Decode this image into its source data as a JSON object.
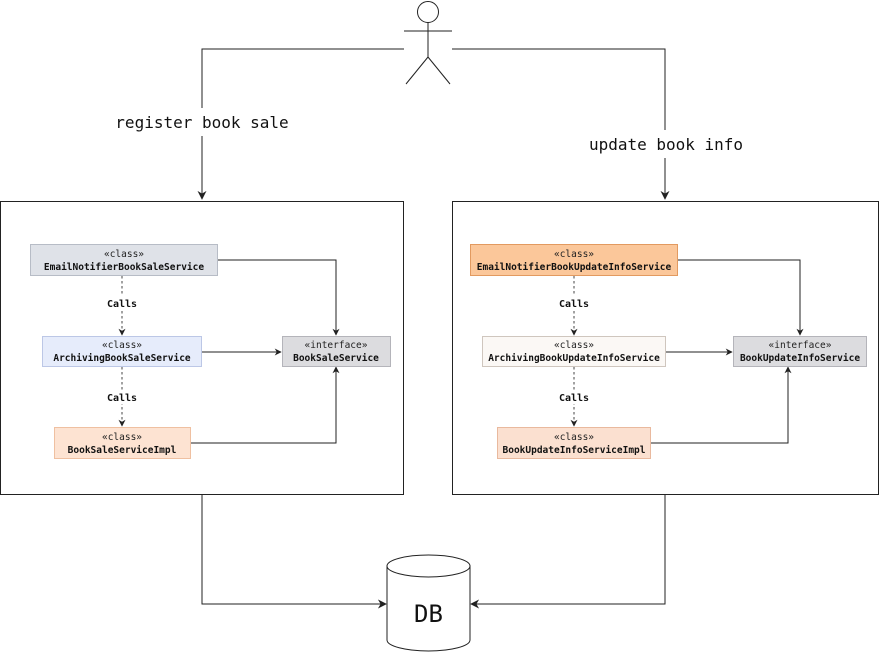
{
  "diagram": {
    "actor_flows": [
      {
        "label": "register book sale"
      },
      {
        "label": "update book info"
      }
    ],
    "left_service": {
      "email": {
        "stereotype": "«class»",
        "name": "EmailNotifierBookSaleService",
        "fill": "#dfe2e8",
        "stroke": "#b7bcc6"
      },
      "archiving": {
        "stereotype": "«class»",
        "name": "ArchivingBookSaleService",
        "fill": "#e6ecfb",
        "stroke": "#bcc7e6"
      },
      "impl": {
        "stereotype": "«class»",
        "name": "BookSaleServiceImpl",
        "fill": "#fde3d2",
        "stroke": "#efc0a1"
      },
      "iface": {
        "stereotype": "«interface»",
        "name": "BookSaleService",
        "fill": "#dcdcdf",
        "stroke": "#b4b4ba"
      },
      "calls_1": "Calls",
      "calls_2": "Calls"
    },
    "right_service": {
      "email": {
        "stereotype": "«class»",
        "name": "EmailNotifierBookUpdateInfoService",
        "fill": "#fbc79a",
        "stroke": "#e29a60"
      },
      "archiving": {
        "stereotype": "«class»",
        "name": "ArchivingBookUpdateInfoService",
        "fill": "#fbf8f5",
        "stroke": "#cfc6be"
      },
      "impl": {
        "stereotype": "«class»",
        "name": "BookUpdateInfoServiceImpl",
        "fill": "#fbe0d0",
        "stroke": "#e9b99e"
      },
      "iface": {
        "stereotype": "«interface»",
        "name": "BookUpdateInfoService",
        "fill": "#dcdcdf",
        "stroke": "#b4b4ba"
      },
      "calls_1": "Calls",
      "calls_2": "Calls"
    },
    "database": {
      "label": "DB"
    }
  }
}
